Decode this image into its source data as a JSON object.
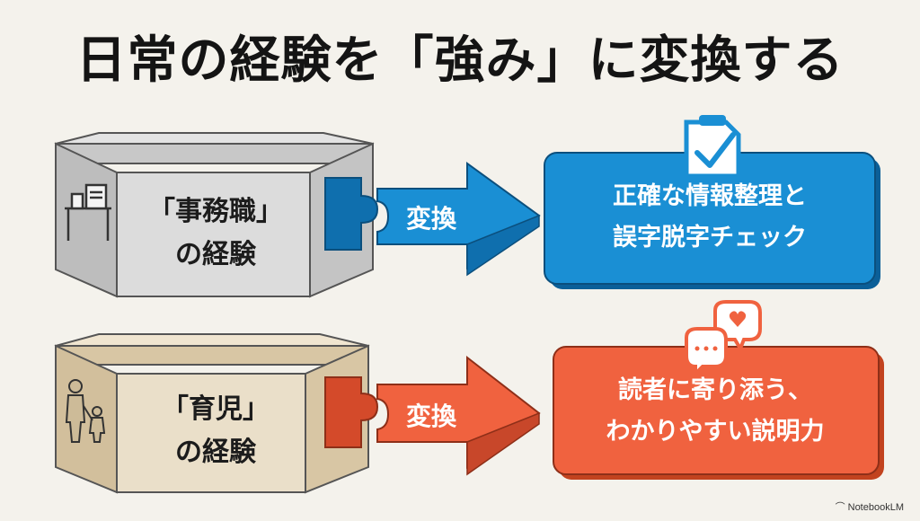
{
  "title": "日常の経験を「強み」に変換する",
  "rows": [
    {
      "source_line1": "「事務職」",
      "source_line2": "の経験",
      "arrow_label": "変換",
      "result_line1": "正確な情報整理と",
      "result_line2": "誤字脱字チェック",
      "box_color": "#d9d9d9",
      "accent_color": "#1a8fd4",
      "source_icon": "office-desk-icon",
      "result_icon": "document-check-icon"
    },
    {
      "source_line1": "「育児」",
      "source_line2": "の経験",
      "arrow_label": "変換",
      "result_line1": "読者に寄り添う、",
      "result_line2": "わかりやすい説明力",
      "box_color": "#e8dcc6",
      "accent_color": "#f0623f",
      "source_icon": "parent-child-icon",
      "result_icon": "speech-heart-icon"
    }
  ],
  "footer": "NotebookLM"
}
